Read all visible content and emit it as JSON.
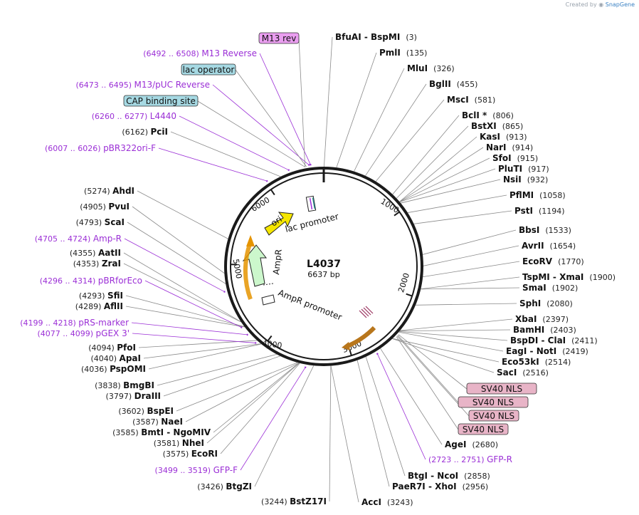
{
  "header": {
    "credit_prefix": "Created by",
    "brand": "SnapGene"
  },
  "plasmid": {
    "name": "L4037",
    "length_label": "6637 bp",
    "length": 6637
  },
  "ruler": [
    {
      "bp": 1000,
      "label": "1000"
    },
    {
      "bp": 2000,
      "label": "2000"
    },
    {
      "bp": 3000,
      "label": "3000"
    },
    {
      "bp": 4000,
      "label": "4000"
    },
    {
      "bp": 5000,
      "label": "5000"
    },
    {
      "bp": 6000,
      "label": "6000"
    }
  ],
  "inner_features": [
    {
      "name": "lac promoter",
      "label": "lac promoter"
    },
    {
      "name": "ori",
      "label": "ori",
      "color": "#f5e600"
    },
    {
      "name": "AmpR",
      "label": "AmpR",
      "color": "#ccf7cc"
    },
    {
      "name": "AmpR promoter",
      "label": "AmpR promoter"
    }
  ],
  "boxed_features": [
    {
      "label": "M13 rev",
      "color": "#ea9ef0"
    },
    {
      "label": "lac operator",
      "color": "#a6d9e3"
    },
    {
      "label": "CAP binding site",
      "color": "#a6d9e3"
    },
    {
      "label": "SV40 NLS",
      "color": "#e8b4c7"
    },
    {
      "label": "SV40 NLS",
      "color": "#e8b4c7"
    },
    {
      "label": "SV40 NLS",
      "color": "#e8b4c7"
    },
    {
      "label": "SV40 NLS",
      "color": "#e8b4c7"
    }
  ],
  "right_sites": [
    {
      "name": "BfuAI",
      "name2": "BspMI",
      "pos": "(3)",
      "bp": 3
    },
    {
      "name": "PmlI",
      "pos": "(135)",
      "bp": 135
    },
    {
      "name": "MluI",
      "pos": "(326)",
      "bp": 326
    },
    {
      "name": "BglII",
      "pos": "(455)",
      "bp": 455
    },
    {
      "name": "MscI",
      "pos": "(581)",
      "bp": 581
    },
    {
      "name": "BclI *",
      "pos": "(806)",
      "bp": 806
    },
    {
      "name": "BstXI",
      "pos": "(865)",
      "bp": 865
    },
    {
      "name": "KasI",
      "pos": "(913)",
      "bp": 913
    },
    {
      "name": "NarI",
      "pos": "(914)",
      "bp": 914
    },
    {
      "name": "SfoI",
      "pos": "(915)",
      "bp": 915
    },
    {
      "name": "PluTI",
      "pos": "(917)",
      "bp": 917
    },
    {
      "name": "NsiI",
      "pos": "(932)",
      "bp": 932
    },
    {
      "name": "PflMI",
      "pos": "(1058)",
      "bp": 1058
    },
    {
      "name": "PstI",
      "pos": "(1194)",
      "bp": 1194
    },
    {
      "name": "BbsI",
      "pos": "(1533)",
      "bp": 1533
    },
    {
      "name": "AvrII",
      "pos": "(1654)",
      "bp": 1654
    },
    {
      "name": "EcoRV",
      "pos": "(1770)",
      "bp": 1770
    },
    {
      "name": "TspMI",
      "name2": "XmaI",
      "pos": "(1900)",
      "bp": 1900
    },
    {
      "name": "SmaI",
      "pos": "(1902)",
      "bp": 1902
    },
    {
      "name": "SphI",
      "pos": "(2080)",
      "bp": 2080
    },
    {
      "name": "XbaI",
      "pos": "(2397)",
      "bp": 2397
    },
    {
      "name": "BamHI",
      "pos": "(2403)",
      "bp": 2403
    },
    {
      "name": "BspDI",
      "name2": "ClaI",
      "pos": "(2411)",
      "bp": 2411
    },
    {
      "name": "EagI",
      "name2": "NotI",
      "pos": "(2419)",
      "bp": 2419
    },
    {
      "name": "Eco53kI",
      "pos": "(2514)",
      "bp": 2514
    },
    {
      "name": "SacI",
      "pos": "(2516)",
      "bp": 2516
    },
    {
      "name": "AgeI",
      "pos": "(2680)",
      "bp": 2680
    },
    {
      "name": "BtgI",
      "name2": "NcoI",
      "pos": "(2858)",
      "bp": 2858
    },
    {
      "name": "PaeR7I",
      "name2": "XhoI",
      "pos": "(2956)",
      "bp": 2956
    },
    {
      "name": "AccI",
      "pos": "(3243)",
      "bp": 3243
    }
  ],
  "left_sites": [
    {
      "name": "PciI",
      "pos": "(6162)",
      "bp": 6162
    },
    {
      "name": "AhdI",
      "pos": "(5274)",
      "bp": 5274
    },
    {
      "name": "PvuI",
      "pos": "(4905)",
      "bp": 4905
    },
    {
      "name": "ScaI",
      "pos": "(4793)",
      "bp": 4793
    },
    {
      "name": "AatII",
      "pos": "(4355)",
      "bp": 4355
    },
    {
      "name": "ZraI",
      "pos": "(4353)",
      "bp": 4353
    },
    {
      "name": "SfiI",
      "pos": "(4293)",
      "bp": 4293
    },
    {
      "name": "AflII",
      "pos": "(4289)",
      "bp": 4289
    },
    {
      "name": "PfoI",
      "pos": "(4094)",
      "bp": 4094
    },
    {
      "name": "ApaI",
      "pos": "(4040)",
      "bp": 4040
    },
    {
      "name": "PspOMI",
      "pos": "(4036)",
      "bp": 4036
    },
    {
      "name": "BmgBI",
      "pos": "(3838)",
      "bp": 3838
    },
    {
      "name": "DraIII",
      "pos": "(3797)",
      "bp": 3797
    },
    {
      "name": "BspEI",
      "pos": "(3602)",
      "bp": 3602
    },
    {
      "name": "NaeI",
      "pos": "(3587)",
      "bp": 3587
    },
    {
      "name": "BmtI",
      "name2": "NgoMIV",
      "pos": "(3585)",
      "bp": 3585
    },
    {
      "name": "NheI",
      "pos": "(3581)",
      "bp": 3581
    },
    {
      "name": "EcoRI",
      "pos": "(3575)",
      "bp": 3575
    },
    {
      "name": "BtgZI",
      "pos": "(3426)",
      "bp": 3426
    },
    {
      "name": "BstZ17I",
      "pos": "(3244)",
      "bp": 3244
    }
  ],
  "primers": [
    {
      "range": "(6492 .. 6508)",
      "name": "M13 Reverse",
      "bp": 6500
    },
    {
      "range": "(6473 .. 6495)",
      "name": "M13/pUC Reverse",
      "bp": 6484
    },
    {
      "range": "(6260 .. 6277)",
      "name": "L4440",
      "bp": 6268
    },
    {
      "range": "(6007 .. 6026)",
      "name": "pBR322ori-F",
      "bp": 6016
    },
    {
      "range": "(4705 .. 4724)",
      "name": "Amp-R",
      "bp": 4714
    },
    {
      "range": "(4296 .. 4314)",
      "name": "pBRforEco",
      "bp": 4305
    },
    {
      "range": "(4199 .. 4218)",
      "name": "pRS-marker",
      "bp": 4208
    },
    {
      "range": "(4077 .. 4099)",
      "name": "pGEX 3'",
      "bp": 4088
    },
    {
      "range": "(3499 .. 3519)",
      "name": "GFP-F",
      "bp": 3509
    },
    {
      "range": "(2723 .. 2751)",
      "name": "GFP-R",
      "bp": 2737
    }
  ],
  "colors": {
    "backbone": "#1a1a1a",
    "primer": "#9b2fd6",
    "leader": "#8a8a8a",
    "amp_arrow_outline": "#e59400",
    "gfp_arrow": "#b8761c"
  }
}
